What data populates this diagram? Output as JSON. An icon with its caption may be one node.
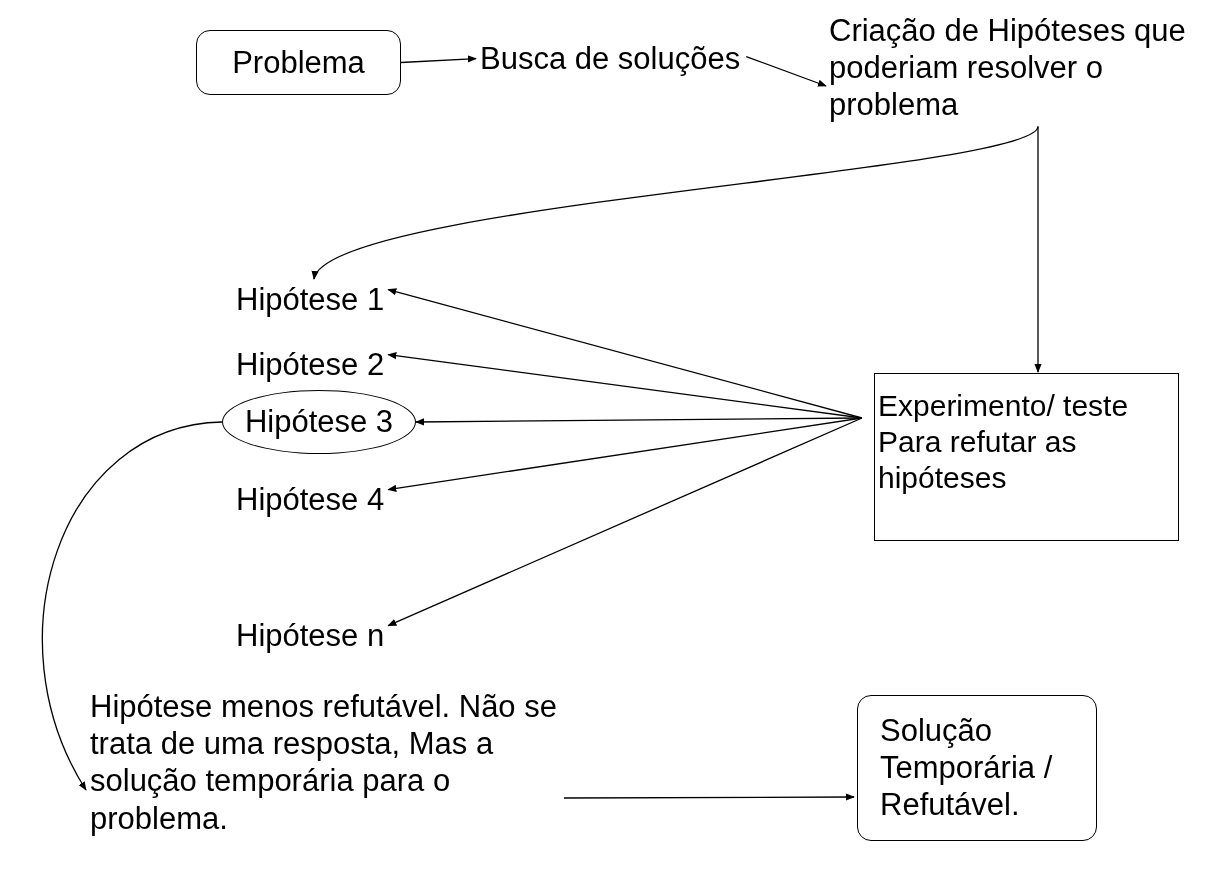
{
  "diagram": {
    "nodes": [
      {
        "text": [
          "Problema"
        ]
      },
      {
        "text": [
          "Busca de soluções"
        ]
      },
      {
        "text": [
          "Criação de Hipóteses que poderiam resolver o problema"
        ]
      },
      {
        "text": [
          "Hipótese 1"
        ]
      },
      {
        "text": [
          "Hipótese 2"
        ]
      },
      {
        "text": [
          "Hipótese 3"
        ]
      },
      {
        "text": [
          "Hipótese 4"
        ]
      },
      {
        "text": [
          "Hipótese n"
        ]
      },
      {
        "text": [
          "Experimento/ teste Para refutar as hipóteses"
        ]
      },
      {
        "text": [
          "Hipótese menos refutável. Não se trata de uma resposta, Mas a solução temporária para o problema."
        ]
      },
      {
        "text": [
          "Solução Temporária / Refutável."
        ]
      }
    ],
    "edges": [
      {
        "from": 0,
        "to": 1,
        "arrow": "to"
      },
      {
        "from": 1,
        "to": 2,
        "arrow": "to"
      },
      {
        "from": 2,
        "to": 3,
        "arrow": "to"
      },
      {
        "from": 2,
        "to": 8,
        "arrow": "to"
      },
      {
        "from": 8,
        "to": 3,
        "arrow": "to"
      },
      {
        "from": 8,
        "to": 4,
        "arrow": "to"
      },
      {
        "from": 8,
        "to": 5,
        "arrow": "to"
      },
      {
        "from": 8,
        "to": 6,
        "arrow": "to"
      },
      {
        "from": 8,
        "to": 7,
        "arrow": "to"
      },
      {
        "from": 5,
        "to": 9,
        "arrow": "to"
      },
      {
        "from": 9,
        "to": 10,
        "arrow": "to"
      }
    ]
  }
}
